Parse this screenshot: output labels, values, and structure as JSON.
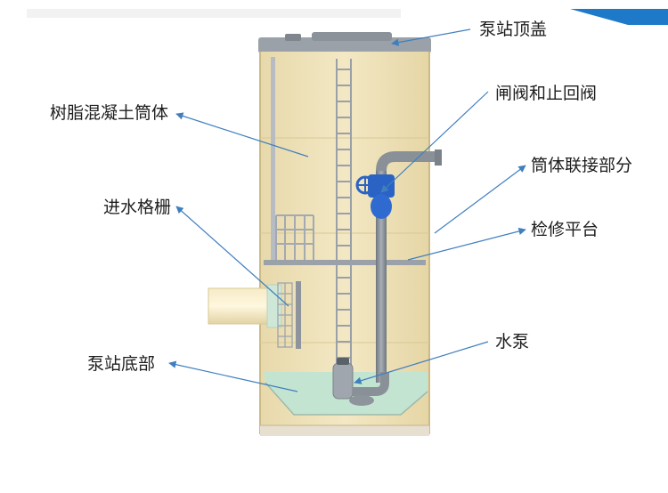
{
  "labels": {
    "top_cover": "泵站顶盖",
    "gate_check_valve": "闸阀和止回阀",
    "resin_concrete_shell": "树脂混凝土筒体",
    "shell_joint": "筒体联接部分",
    "inlet_screen": "进水格栅",
    "service_platform": "检修平台",
    "pump": "水泵",
    "station_bottom": "泵站底部"
  },
  "colors": {
    "shell": "#efe2b8",
    "leader_line": "#3f7fbf",
    "accent_bar": "#1e7ac8",
    "water": "#bfe1cf",
    "pipe": "#8a9097",
    "valve": "#2a63c4"
  }
}
